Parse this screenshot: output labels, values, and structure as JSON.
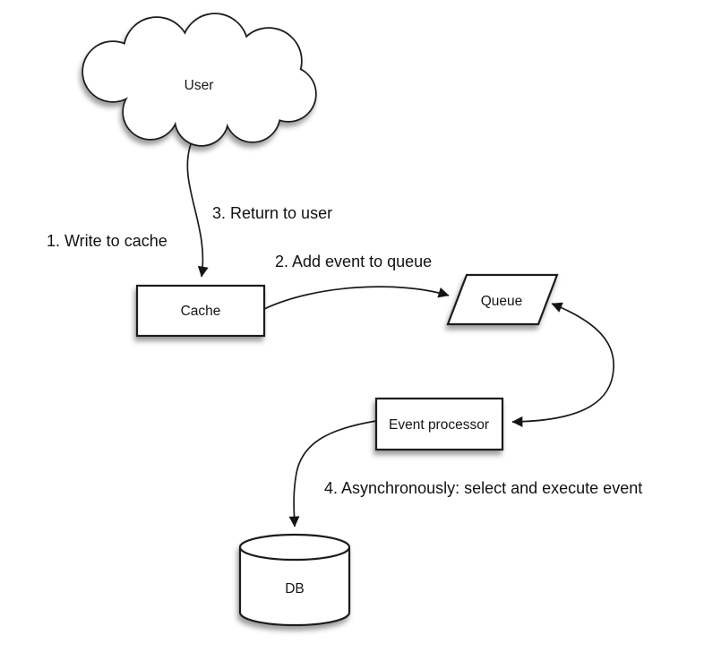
{
  "colors": {
    "background": "#ffffff",
    "stroke": "#1c1c1c",
    "shape_fill": "#ffffff",
    "text": "#121212",
    "arrowhead": "#141414"
  },
  "nodes": {
    "user": {
      "label": "User",
      "shape": "cloud"
    },
    "cache": {
      "label": "Cache",
      "shape": "rectangle"
    },
    "queue": {
      "label": "Queue",
      "shape": "parallelogram"
    },
    "event_processor": {
      "label": "Event processor",
      "shape": "rectangle"
    },
    "db": {
      "label": "DB",
      "shape": "cylinder"
    }
  },
  "edges": {
    "step1": {
      "label": "1. Write to cache",
      "from": "user",
      "to": "cache"
    },
    "step2": {
      "label": "2. Add event to queue",
      "from": "cache",
      "to": "queue"
    },
    "step3": {
      "label": "3. Return to user",
      "from": "cache",
      "to": "user"
    },
    "step4": {
      "label": "4. Asynchronously: select and execute event",
      "from": "queue",
      "to": "event_processor"
    }
  }
}
